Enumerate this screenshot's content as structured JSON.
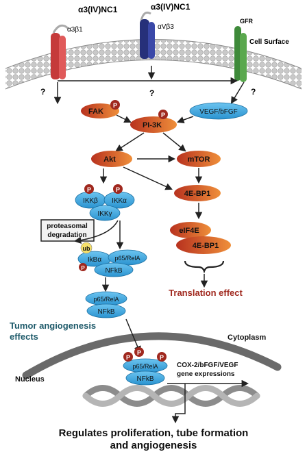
{
  "receptors": {
    "ligand_left": "α3(IV)NC1",
    "ligand_mid": "α3(IV)NC1",
    "integrin_left": "α3β1",
    "integrin_mid": "αVβ3",
    "gfr": "GFR",
    "cell_surface": "Cell Surface",
    "question": "?"
  },
  "nodes": {
    "fak": "FAK",
    "pi3k": "PI-3K",
    "vegf": "VEGF/bFGF",
    "akt": "Akt",
    "mtor": "mTOR",
    "ebp1": "4E-BP1",
    "ikkb": "IKKβ",
    "ikka": "IKKα",
    "ikkg": "IKKγ",
    "eif4e": "eIF4E",
    "ebp1_b": "4E-BP1",
    "ikba": "IkBα",
    "p65a": "p65/RelA",
    "nfkb_a": "NFkB",
    "p65b": "p65/RelA",
    "nfkb_b": "NFkB",
    "p65c": "p65/RelA",
    "nfkb_c": "NFkB",
    "p": "P",
    "ub": "ub"
  },
  "labels": {
    "proteasomal": "proteasomal",
    "degradation": "degradation",
    "translation": "Translation effect",
    "tumor1": "Tumor angiogenesis",
    "tumor2": "effects",
    "cytoplasm": "Cytoplasm",
    "nucleus": "Nucleus",
    "gene1": "COX-2/bFGF/VEGF",
    "gene2": "gene expressions",
    "bottom1": "Regulates proliferation, tube formation",
    "bottom2": "and angiogenesis"
  },
  "colors": {
    "red_node": "#c0392b",
    "orange_node": "#e07b39",
    "blue_node": "#3fa9e0",
    "phospho": "#a0281e",
    "ub_yellow": "#f5e06a",
    "translation_text": "#a0281e",
    "tumor_text": "#1e5a6a"
  }
}
